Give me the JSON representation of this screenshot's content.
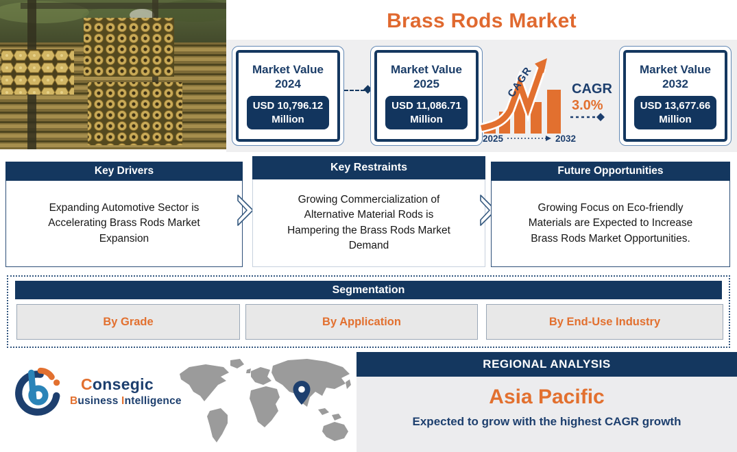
{
  "title": "Brass Rods Market",
  "colors": {
    "navy": "#14375f",
    "orange": "#e2702f",
    "band_gray": "#efeff0",
    "segment_gray": "#e8e8e8",
    "map_gray": "#9b9b9b"
  },
  "market_values": [
    {
      "label": "Market Value",
      "year": "2024",
      "value": "USD 10,796.12",
      "unit": "Million"
    },
    {
      "label": "Market Value",
      "year": "2025",
      "value": "USD 11,086.71",
      "unit": "Million"
    },
    {
      "label": "Market Value",
      "year": "2032",
      "value": "USD 13,677.66",
      "unit": "Million"
    }
  ],
  "cagr": {
    "rotated_label": "CAGR",
    "label": "CAGR",
    "value": "3.0%",
    "start_year": "2025",
    "end_year": "2032"
  },
  "panels": [
    {
      "header": "Key Drivers",
      "body": "Expanding Automotive Sector is Accelerating Brass Rods Market Expansion"
    },
    {
      "header": "Key Restraints",
      "body": "Growing Commercialization of Alternative Material Rods is Hampering the Brass Rods Market Demand"
    },
    {
      "header": "Future Opportunities",
      "body": "Growing Focus on Eco-friendly Materials are Expected to Increase Brass Rods Market Opportunities."
    }
  ],
  "segmentation": {
    "header": "Segmentation",
    "items": [
      {
        "label": "By Grade"
      },
      {
        "label": "By Application"
      },
      {
        "label": "By End-Use Industry"
      }
    ]
  },
  "regional": {
    "header": "REGIONAL ANALYSIS",
    "region": "Asia Pacific",
    "subtitle": "Expected to grow with the highest CAGR growth"
  },
  "brand": {
    "line1_parts": [
      {
        "text": "C"
      },
      {
        "text": "onsegic"
      }
    ],
    "line2_parts": [
      {
        "text": "B"
      },
      {
        "text": "usiness "
      },
      {
        "text": "I"
      },
      {
        "text": "ntelligence"
      }
    ]
  },
  "icons": {
    "growth_arrow": "trend-up-arrow",
    "connector_marker": "diamond",
    "panel_separator": "chevron-right",
    "map_marker": "location-pin"
  }
}
